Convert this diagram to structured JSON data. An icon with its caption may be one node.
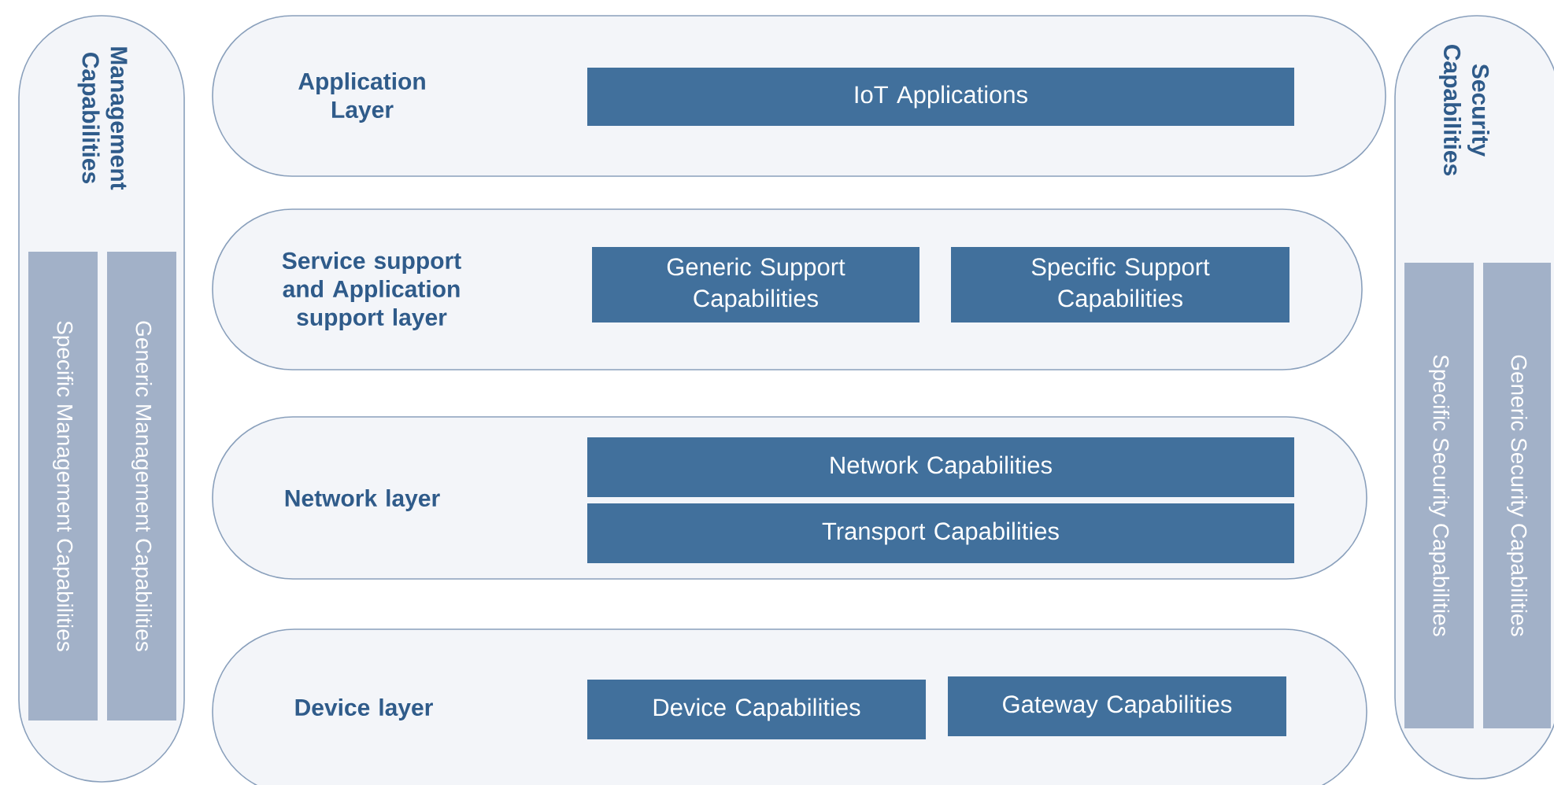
{
  "diagram": {
    "nodes": [
      {
        "text": [
          "Management Capabilities"
        ]
      },
      {
        "text": [
          "Specific Management Capabilities"
        ],
        "in": 0
      },
      {
        "text": [
          "Generic Management Capabilities"
        ],
        "in": 0
      },
      {
        "text": [
          "Application Layer"
        ]
      },
      {
        "text": [
          "IoT Applications"
        ],
        "in": 3
      },
      {
        "text": [
          "Service support and Application support layer"
        ]
      },
      {
        "text": [
          "Generic Support Capabilities"
        ],
        "in": 5
      },
      {
        "text": [
          "Specific Support Capabilities"
        ],
        "in": 5
      },
      {
        "text": [
          "Network layer"
        ]
      },
      {
        "text": [
          "Network Capabilities"
        ],
        "in": 8
      },
      {
        "text": [
          "Transport Capabilities"
        ],
        "in": 8
      },
      {
        "text": [
          "Device layer"
        ]
      },
      {
        "text": [
          "Device Capabilities"
        ],
        "in": 11
      },
      {
        "text": [
          "Gateway Capabilities"
        ],
        "in": 11
      },
      {
        "text": [
          "Security Capabilities"
        ]
      },
      {
        "text": [
          "Specific Security Capabilities"
        ],
        "in": 14
      },
      {
        "text": [
          "Generic Security Capabilities"
        ],
        "in": 14
      }
    ]
  }
}
